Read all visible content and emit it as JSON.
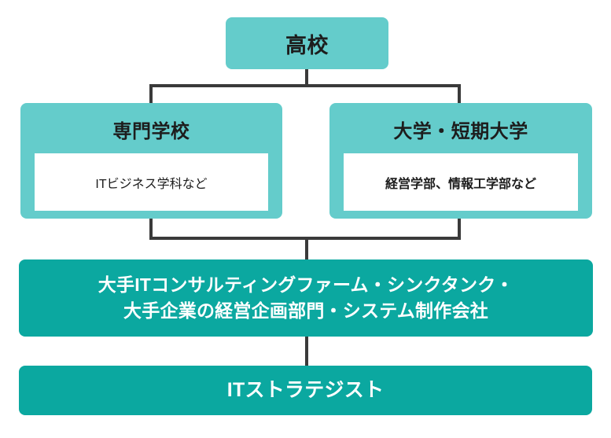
{
  "diagram": {
    "title_semantic": "it-strategist-career-path-flowchart",
    "colors": {
      "light_teal": "#64CCCB",
      "dark_teal": "#0BA8A0",
      "connector": "#3A3A3A",
      "text_dark": "#1D1D1D",
      "text_light": "#FFFFFF",
      "panel": "#FFFFFF"
    },
    "nodes": {
      "high_school": {
        "label": "高校"
      },
      "vocational_school": {
        "label": "専門学校",
        "detail": "ITビジネス学科など"
      },
      "university": {
        "label": "大学・短期大学",
        "detail": "経営学部、情報工学部など"
      },
      "employers": {
        "line1": "大手ITコンサルティングファーム・シンクタンク・",
        "line2": "大手企業の経営企画部門・システム制作会社"
      },
      "goal": {
        "label": "ITストラテジスト"
      }
    }
  }
}
